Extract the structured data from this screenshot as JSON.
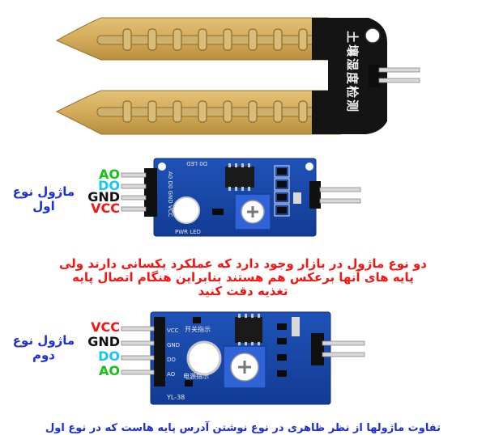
{
  "sensor_board": {
    "chip_label": "土壤湿度检测"
  },
  "module1": {
    "title_line1": "ماژول نوع",
    "title_line2": "اول",
    "pins": [
      {
        "label": "AO",
        "color": "#15c315"
      },
      {
        "label": "DO",
        "color": "#16c8f0"
      },
      {
        "label": "GND",
        "color": "#111111"
      },
      {
        "label": "VCC",
        "color": "#ff1010"
      }
    ],
    "silk_top": "D0 LED",
    "silk_side": "A0 D0 GND VCC",
    "silk_bottom": "PWR LED"
  },
  "note": {
    "line1": "دو نوع ماژول در بازار وجود دارد که عملکرد یکسانی دارند ولی",
    "line2": "پایه های آنها برعکس هم هستند بنابراین هنگام اتصال پایه",
    "line3": "تغذیه دقت کنید"
  },
  "module2": {
    "title_line1": "ماژول نوع",
    "title_line2": "دوم",
    "pins": [
      {
        "label": "VCC",
        "color": "#ff1010"
      },
      {
        "label": "GND",
        "color": "#111111"
      },
      {
        "label": "DO",
        "color": "#16c8f0"
      },
      {
        "label": "AO",
        "color": "#15c315"
      }
    ],
    "silk_pins": [
      "VCC",
      "GND",
      "DO",
      "AO"
    ],
    "silk_top": "开关指示",
    "silk_mid": "电源指示",
    "silk_model": "YL-38"
  },
  "bottom_note": "تفاوت ماژولها از نظر ظاهری در نوع نوشتن آدرس پایه هاست که در نوع اول"
}
